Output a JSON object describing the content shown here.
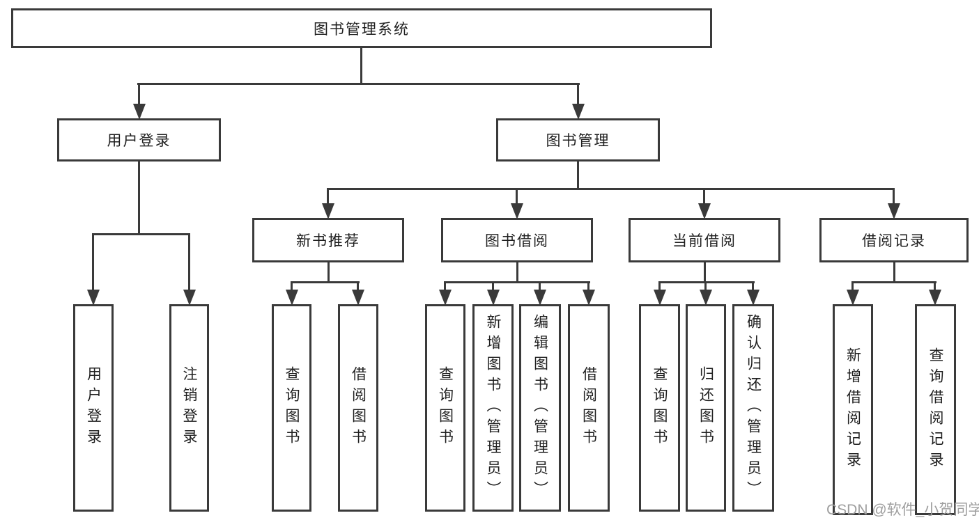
{
  "diagram": {
    "title_node": {
      "label": "图书管理系统"
    },
    "branches": {
      "user_login": {
        "label": "用户登录",
        "children": [
          "用户登录",
          "注销登录"
        ]
      },
      "book_management": {
        "label": "图书管理"
      },
      "new_book_recommend": {
        "label": "新书推荐",
        "children": [
          "查询图书",
          "借阅图书"
        ]
      },
      "book_borrow": {
        "label": "图书借阅",
        "children": [
          "查询图书",
          "新增图书（管理员）",
          "编辑图书（管理员）",
          "借阅图书"
        ]
      },
      "current_borrow": {
        "label": "当前借阅",
        "children": [
          "查询图书",
          "归还图书",
          "确认归还（管理员）"
        ]
      },
      "borrow_records": {
        "label": "借阅记录",
        "children": [
          "新增借阅记录",
          "查询借阅记录"
        ]
      }
    },
    "watermark": "CSDN @软件_小贺同学",
    "colors": {
      "line": "#3a3a3a",
      "text": "#1f1f1f",
      "watermark": "#9e9e9e",
      "background": "#ffffff"
    }
  }
}
